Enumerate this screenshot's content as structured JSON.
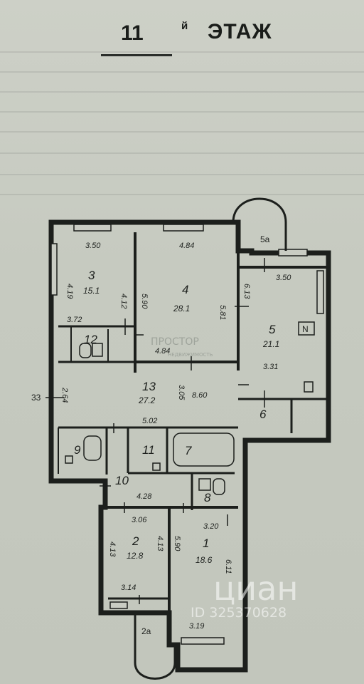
{
  "heading": {
    "floor_number": "11",
    "floor_suffix": "й",
    "floor_word": "ЭТАЖ"
  },
  "rooms": [
    {
      "id": "r3",
      "number": "3",
      "area": "15.1"
    },
    {
      "id": "r4",
      "number": "4",
      "area": "28.1"
    },
    {
      "id": "r5",
      "number": "5",
      "area": "21.1"
    },
    {
      "id": "r12",
      "number": "12",
      "area": ""
    },
    {
      "id": "r13",
      "number": "13",
      "area": "27.2"
    },
    {
      "id": "r6",
      "number": "6",
      "area": ""
    },
    {
      "id": "r9",
      "number": "9",
      "area": ""
    },
    {
      "id": "r11",
      "number": "11",
      "area": ""
    },
    {
      "id": "r7",
      "number": "7",
      "area": ""
    },
    {
      "id": "r10",
      "number": "10",
      "area": ""
    },
    {
      "id": "r8",
      "number": "8",
      "area": ""
    },
    {
      "id": "r2",
      "number": "2",
      "area": "12.8"
    },
    {
      "id": "r1",
      "number": "1",
      "area": "18.6"
    }
  ],
  "balconies": [
    "5а",
    "2а"
  ],
  "side_label": "33",
  "dimensions": {
    "r3_top": "3.50",
    "r3_left": "4.19",
    "r3_right": "4.12",
    "r3_bottom": "3.72",
    "r4_top": "4.84",
    "r4_left": "5.90",
    "r4_right": "5.81",
    "r4_bottom": "4.84",
    "r5_top": "3.50",
    "r5_left": "6.13",
    "r5_right": "3.31",
    "r13_left": "2.64",
    "r13_mid": "3.05",
    "r13_right": "8.60",
    "r13_bottom": "5.02",
    "r10_width": "4.28",
    "r2_top": "3.06",
    "r2_left": "4.13",
    "r2_right": "4.13",
    "r2_bottom": "3.14",
    "r1_top": "3.20",
    "r1_left": "5.90",
    "r1_right": "6.11",
    "r1_bottom": "3.19"
  },
  "marks": {
    "r5_symbol": "N"
  },
  "watermarks": {
    "main": "циан",
    "id": "ID 325370628",
    "logo": "ПРОСТОР",
    "logo_sub": "НЕДВИЖИМОСТЬ"
  }
}
